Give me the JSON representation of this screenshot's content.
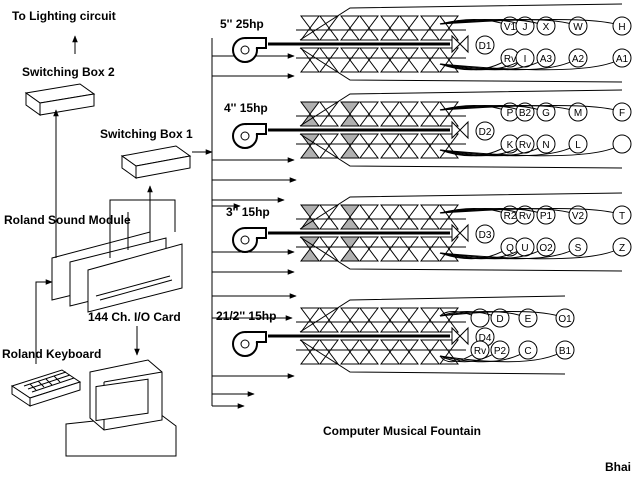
{
  "labels": {
    "lighting": "To Lighting circuit",
    "box2": "Switching Box 2",
    "box1": "Switching Box 1",
    "sound_module": "Roland Sound Module",
    "io_card": "144 Ch. I/O Card",
    "keyboard": "Roland Keyboard",
    "title": "Computer Musical Fountain",
    "author": "Bhai"
  },
  "colors": {
    "ink": "#000000",
    "background": "#ffffff",
    "shaded_valve": "#b0b0b0"
  },
  "pumps": [
    {
      "label": "5'' 25hp",
      "drain": "D1",
      "top_nodes": [
        "V1",
        "J",
        "X",
        "W",
        "H"
      ],
      "bottom_nodes": [
        "Rv",
        "I",
        "A3",
        "A2",
        "A1"
      ]
    },
    {
      "label": "4'' 15hp",
      "drain": "D2",
      "top_nodes": [
        "P",
        "B2",
        "G",
        "M",
        "F"
      ],
      "bottom_nodes": [
        "K",
        "Rv",
        "N",
        "L",
        ""
      ]
    },
    {
      "label": "3'' 15hp",
      "drain": "D3",
      "top_nodes": [
        "R2",
        "Rv",
        "P1",
        "V2",
        "T"
      ],
      "bottom_nodes": [
        "Q",
        "U",
        "O2",
        "S",
        "Z"
      ]
    },
    {
      "label": "21/2'' 15hp",
      "drain": "D4",
      "top_nodes": [
        "",
        "D",
        "E",
        "O1"
      ],
      "bottom_nodes": [
        "Rv",
        "P2",
        "C",
        "B1"
      ]
    }
  ]
}
